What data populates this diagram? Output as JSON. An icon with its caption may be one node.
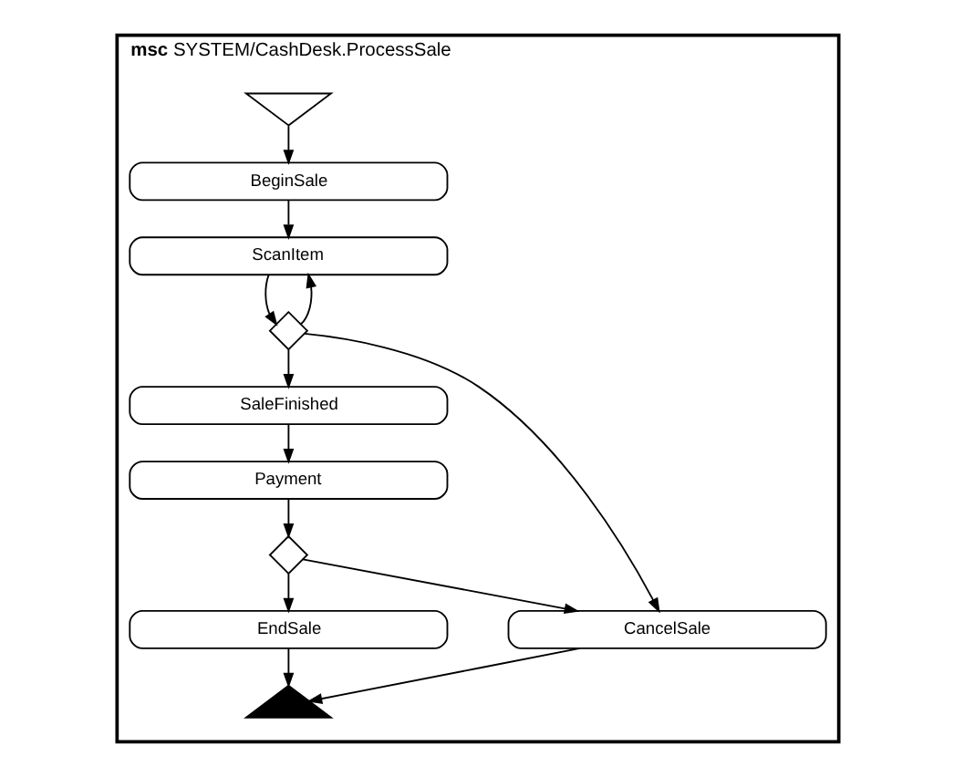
{
  "diagram": {
    "nodes": [
      {
        "text": [
          "**msc** SYSTEM/CashDesk.ProcessSale"
        ]
      },
      {
        "text": [],
        "shape": "triangle",
        "in": 0
      },
      {
        "text": [
          "BeginSale"
        ],
        "in": 0
      },
      {
        "text": [
          "ScanItem"
        ],
        "in": 0
      },
      {
        "text": [],
        "shape": "diamond",
        "in": 0
      },
      {
        "text": [
          "SaleFinished"
        ],
        "in": 0
      },
      {
        "text": [
          "Payment"
        ],
        "in": 0
      },
      {
        "text": [],
        "shape": "diamond",
        "in": 0
      },
      {
        "text": [
          "CancelSale"
        ],
        "in": 0
      },
      {
        "text": [
          "EndSale"
        ],
        "in": 0
      },
      {
        "text": [],
        "shape": "triangle",
        "in": 0
      }
    ],
    "edges": [
      {
        "from": 1,
        "to": 2,
        "arrow": "to"
      },
      {
        "from": 2,
        "to": 3,
        "arrow": "to"
      },
      {
        "from": 3,
        "to": 4,
        "arrow": "to"
      },
      {
        "from": 4,
        "to": 3,
        "arrow": "to"
      },
      {
        "from": 4,
        "to": 5,
        "arrow": "to"
      },
      {
        "from": 4,
        "to": 8,
        "arrow": "to"
      },
      {
        "from": 5,
        "to": 6,
        "arrow": "to"
      },
      {
        "from": 6,
        "to": 7,
        "arrow": "to"
      },
      {
        "from": 7,
        "to": 8,
        "arrow": "to"
      },
      {
        "from": 7,
        "to": 9,
        "arrow": "to"
      },
      {
        "from": 9,
        "to": 10,
        "arrow": "to"
      },
      {
        "from": 8,
        "to": 10,
        "arrow": "to"
      }
    ]
  }
}
